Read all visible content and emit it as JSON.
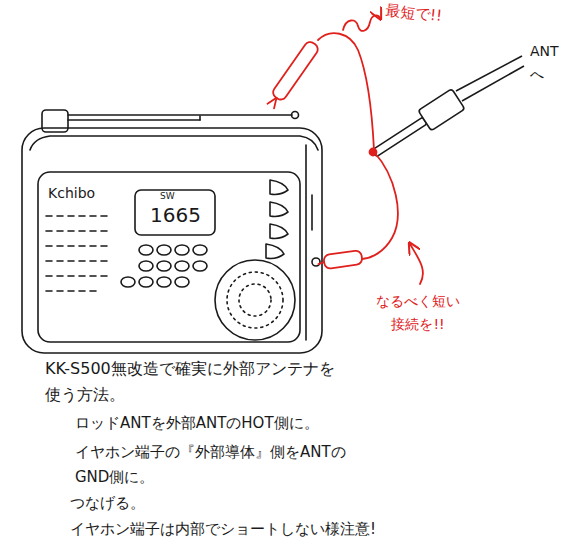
{
  "diagram": {
    "labels": [
      "最短で!!",
      "ANT へ",
      "Kchibo",
      "SW",
      "1665",
      "なるべく短い 接続を!!",
      "KK-S500無改造で確実に外部アンテナを 使う方法。",
      "ロッドANTを外部ANTのHOT側に。",
      "イヤホン端子の『外部導体』側をANTの GND側に。",
      "つなげる。",
      "イヤホン端子は内部でショートしない様注意!"
    ]
  }
}
